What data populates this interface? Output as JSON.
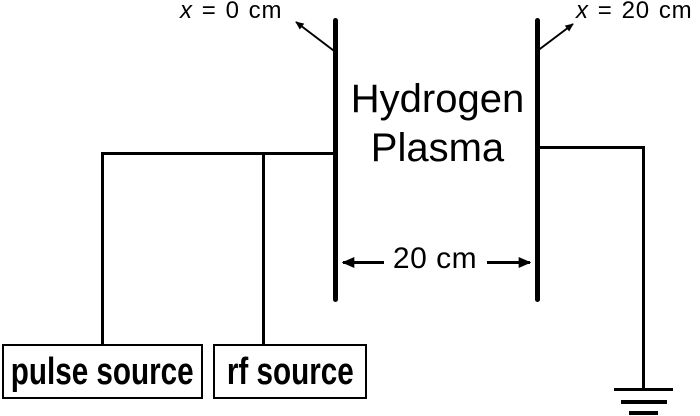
{
  "diagram": {
    "title": "capacitive hydrogen plasma discharge schematic",
    "labels": {
      "x0": {
        "variable": "x",
        "equation": " = 0 cm"
      },
      "x20": {
        "variable": "x",
        "equation": " = 20 cm"
      },
      "medium_line1": "Hydrogen",
      "medium_line2": "Plasma",
      "gap_dimension": "20 cm",
      "pulse_source": "pulse source",
      "rf_source": "rf source"
    },
    "icons": {
      "ground": "earth-ground-icon"
    },
    "colors": {
      "line": "#000000",
      "background": "#ffffff"
    }
  }
}
